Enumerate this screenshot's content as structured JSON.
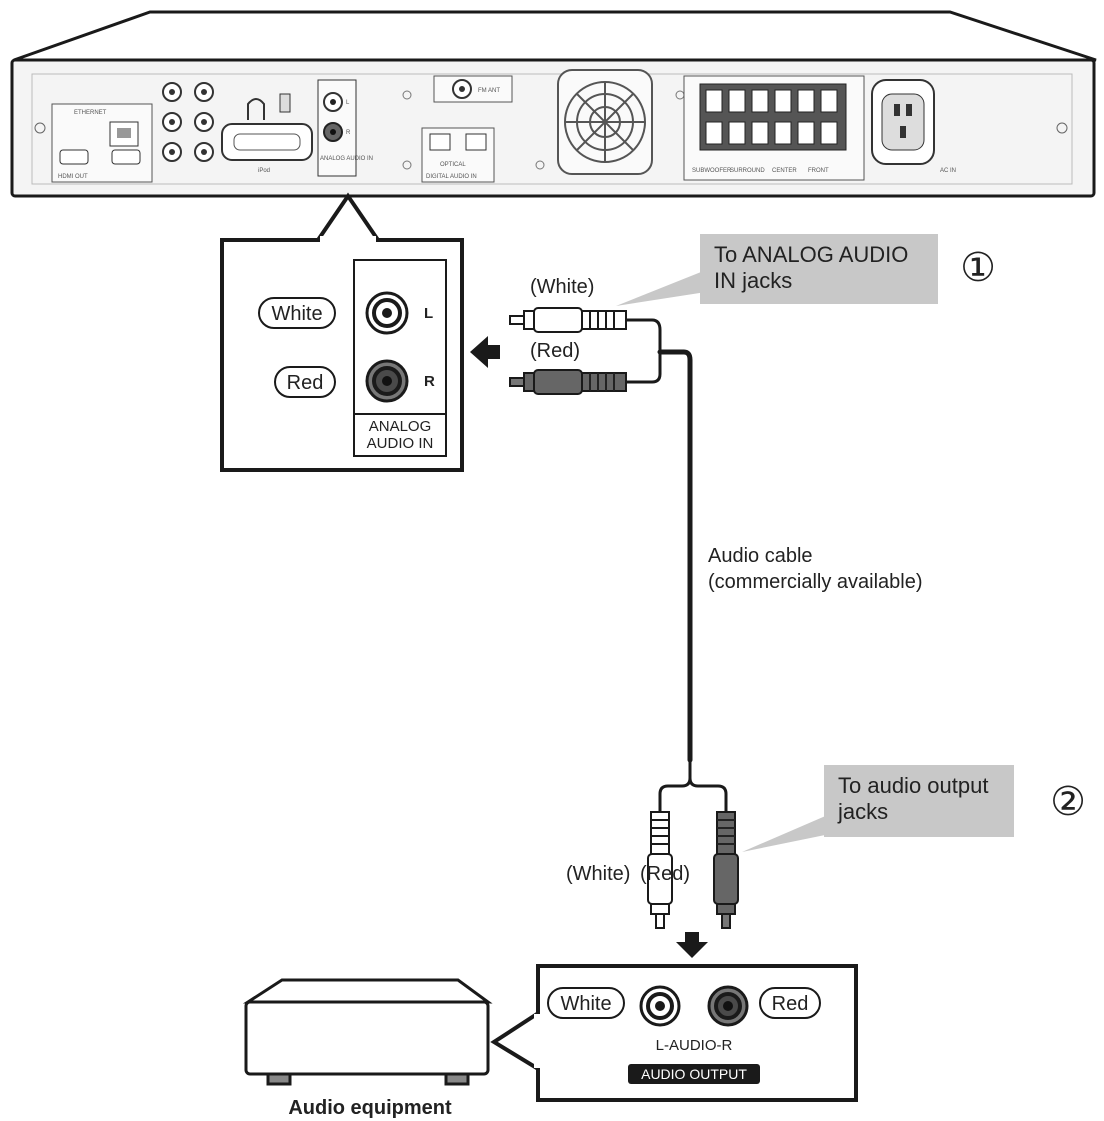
{
  "device_panel": {
    "labels": {
      "ethernet": "ETHERNET",
      "hdmi_out": "HDMI OUT",
      "ipod": "iPod",
      "analog_audio_in": "ANALOG AUDIO IN",
      "optical": "OPTICAL",
      "digital_audio_in": "DIGITAL AUDIO IN",
      "fm_ant": "FM ANT",
      "speaker_labels": [
        "SUBWOOFER",
        "SURROUND",
        "CENTER",
        "FRONT"
      ],
      "ac_in": "AC IN"
    }
  },
  "zoom_top": {
    "white_label": "White",
    "red_label": "Red",
    "l_label": "L",
    "r_label": "R",
    "analog_line1": "ANALOG",
    "analog_line2": "AUDIO IN"
  },
  "cable": {
    "white_tag": "(White)",
    "red_tag": "(Red)",
    "callout1_line1": "To ANALOG AUDIO",
    "callout1_line2": "IN jacks",
    "callout1_num": "①",
    "cable_line1": "Audio cable",
    "cable_line2": "(commercially available)",
    "callout2_line1": "To audio output",
    "callout2_line2": "jacks",
    "callout2_num": "②",
    "bottom_white": "(White)",
    "bottom_red": "(Red)"
  },
  "zoom_bottom": {
    "white_label": "White",
    "red_label": "Red",
    "l_audio_r": "L-AUDIO-R",
    "audio_output": "AUDIO OUTPUT"
  },
  "equipment_label": "Audio equipment",
  "colors": {
    "ink": "#1a1a1a",
    "callout_gray": "#c8c8c8",
    "device_panel": "#f4f4f4"
  }
}
